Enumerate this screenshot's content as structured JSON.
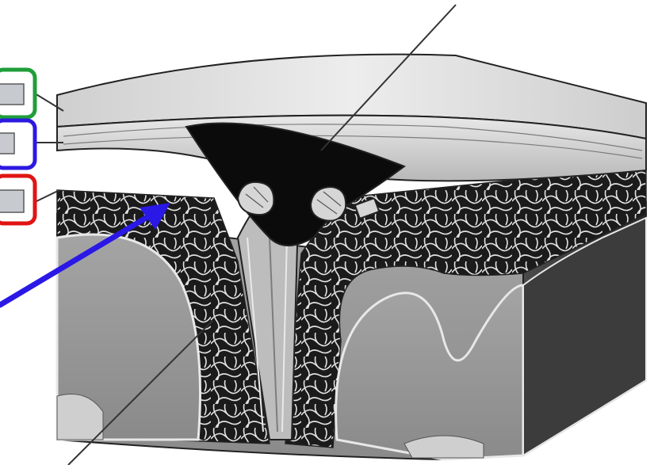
{
  "diagram": {
    "colors": {
      "green_box": "#1f9e3a",
      "blue_box": "#2c19e0",
      "red_box": "#e01414",
      "blue_arrow": "#2a18e6",
      "label_fill": "#c7cbd0",
      "cavity": "#0b0b0b",
      "tissue_light": "#d8d8d8",
      "tissue_mid": "#9a9a9a",
      "tissue_dark": "#3a3a3a"
    },
    "labels": [
      {
        "id": "label-1",
        "text": "",
        "outline": "green"
      },
      {
        "id": "label-2",
        "text": "",
        "outline": "blue"
      },
      {
        "id": "label-3",
        "text": "",
        "outline": "red"
      }
    ]
  }
}
